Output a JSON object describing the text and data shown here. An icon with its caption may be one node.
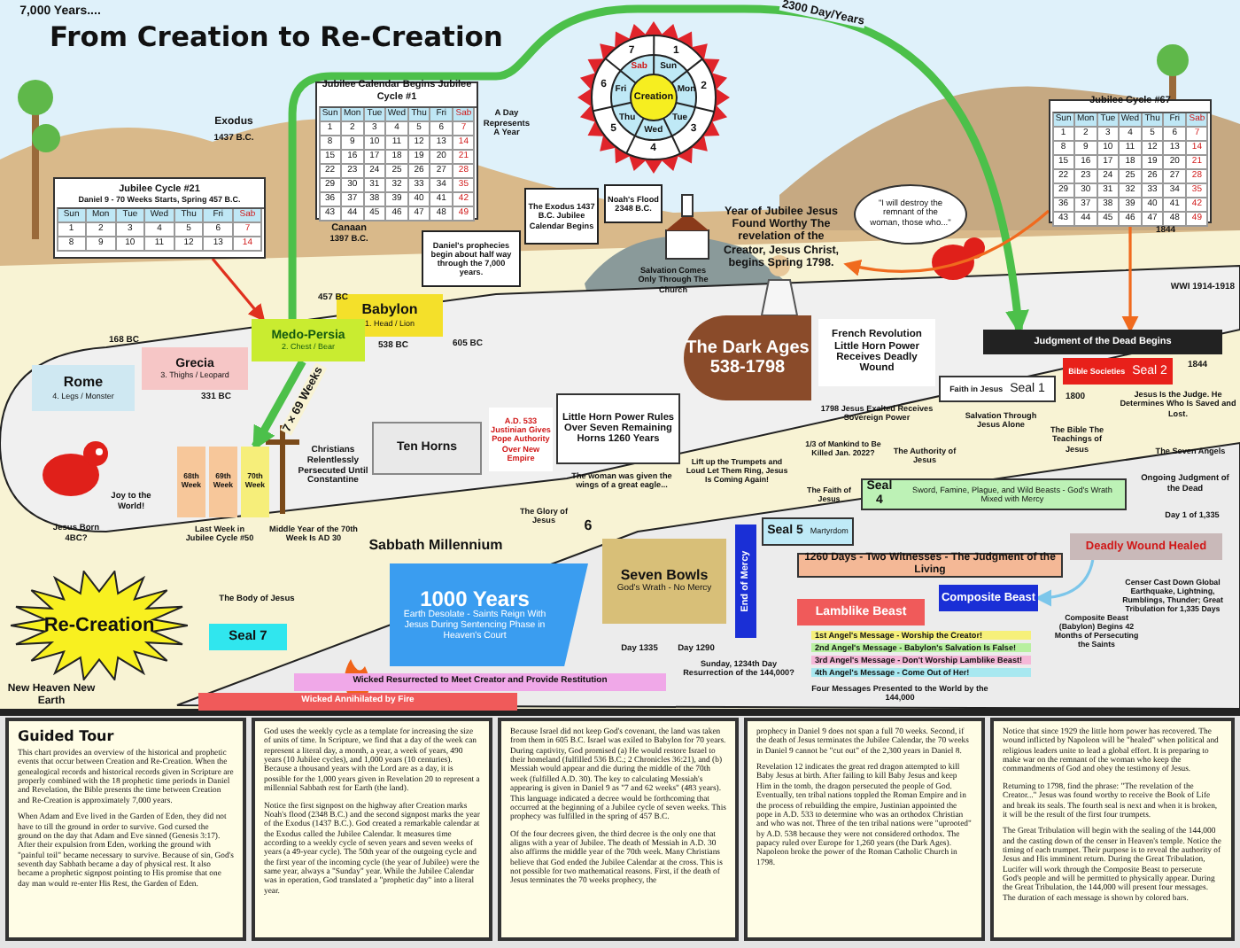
{
  "diagram": {
    "title": "From Creation to Re-Creation",
    "nodes": [
      {
        "text": [
          "Jubilee Calendar Begins Jubilee Cycle #1"
        ]
      },
      {
        "text": [
          "Jubilee Cycle #21",
          "Daniel 9 - 70 Weeks Starts, Spring 457 B.C."
        ]
      },
      {
        "text": [
          "Creation"
        ]
      },
      {
        "text": [
          "Jubilee Cycle #67"
        ]
      },
      {
        "text": [
          "The Exodus 1437 B.C. Jubilee Calendar Begins"
        ]
      },
      {
        "text": [
          "Noah's Flood 2348 B.C."
        ]
      },
      {
        "text": [
          "Daniel's prophecies begin about half way through the 7,000 years."
        ]
      },
      {
        "text": [
          "Year of Jubilee Jesus Found Worthy The revelation of the Creator, Jesus Christ, begins Spring 1798."
        ]
      },
      {
        "text": [
          "\"I will destroy the remnant of the woman, those who...\""
        ]
      },
      {
        "text": [
          "Babylon",
          "1. Head / Lion"
        ]
      },
      {
        "text": [
          "Medo-Persia",
          "2. Chest / Bear"
        ]
      },
      {
        "text": [
          "Grecia",
          "3. Thighs / Leopard"
        ]
      },
      {
        "text": [
          "Rome",
          "4. Legs / Monster"
        ]
      },
      {
        "text": [
          "68th Week"
        ]
      },
      {
        "text": [
          "69th Week"
        ]
      },
      {
        "text": [
          "70th Week"
        ]
      },
      {
        "text": [
          "Ten Horns"
        ]
      },
      {
        "text": [
          "A.D. 533 Justinian Gives Pope Authority Over New Empire"
        ]
      },
      {
        "text": [
          "Little Horn Power Rules Over Seven Remaining Horns 1260 Years"
        ]
      },
      {
        "text": [
          "The Dark Ages 538-1798"
        ]
      },
      {
        "text": [
          "French Revolution Little Horn Power Receives Deadly Wound"
        ]
      },
      {
        "text": [
          "Faith in Jesus",
          "Seal 1"
        ]
      },
      {
        "text": [
          "Bible Societies",
          "Seal 2"
        ]
      },
      {
        "text": [
          "Judgment of the Dead Begins"
        ]
      },
      {
        "text": [
          "Seal 5",
          "Martyrdom"
        ]
      },
      {
        "text": [
          "Seal 4",
          "Sword, Famine, Plague, and Wild Beasts - God's Wrath Mixed with Mercy"
        ]
      },
      {
        "text": [
          "1260 Days - Two Witnesses - The Judgment of the Living"
        ]
      },
      {
        "text": [
          "Composite Beast"
        ]
      },
      {
        "text": [
          "Lamblike Beast"
        ]
      },
      {
        "text": [
          "Deadly Wound Healed"
        ]
      },
      {
        "text": [
          "End of Mercy"
        ]
      },
      {
        "text": [
          "Seven Bowls",
          "God's Wrath - No Mercy"
        ]
      },
      {
        "text": [
          "1000 Years",
          "Earth Desolate - Saints Reign With Jesus During Sentencing Phase in Heaven's Court"
        ]
      },
      {
        "text": [
          "Seal 7"
        ]
      },
      {
        "text": [
          "Wicked Resurrected to Meet Creator and Provide Restitution"
        ]
      },
      {
        "text": [
          "Wicked Annihilated by Fire"
        ]
      },
      {
        "text": [
          "Re-Creation"
        ]
      },
      {
        "text": [
          "Guided Tour",
          "This chart provides an overview of the historical and prophetic events that occur between Creation and Re-Creation. When the genealogical records and historical records given in Scripture are properly combined with the 18 prophetic time periods in Daniel and Revelation, the Bible presents the time between Creation and Re-Creation is approximately 7,000 years.",
          "When Adam and Eve lived in the Garden of Eden, they did not have to till the ground in order to survive. God cursed the ground on the day that Adam and Eve sinned (Genesis 3:17). After their expulsion from Eden, working the ground with \"painful toil\" became necessary to survive. Because of sin, God's seventh day Sabbath became a day of physical rest. It also became a prophetic signpost pointing to His promise that one day man would re-enter His Rest, the Garden of Eden."
        ]
      },
      {
        "text": [
          "God uses the weekly cycle as a template for increasing the size of units of time. In Scripture, we find that a day of the week can represent a literal day, a month, a year, a week of years, 490 years (10 Jubilee cycles), and 1,000 years (10 centuries). Because a thousand years with the Lord are as a day, it is possible for the 1,000 years given in Revelation 20 to represent a millennial Sabbath rest for Earth (the land).",
          "Notice the first signpost on the highway after Creation marks Noah's flood (2348 B.C.) and the second signpost marks the year of the Exodus (1437 B.C.). God created a remarkable calendar at the Exodus called the Jubilee Calendar. It measures time according to a weekly cycle of seven years and seven weeks of years (a 49-year cycle). The 50th year of the outgoing cycle and the first year of the incoming cycle (the year of Jubilee) were the same year, always a \"Sunday\" year. While the Jubilee Calendar was in operation, God translated a \"prophetic day\" into a literal year."
        ]
      },
      {
        "text": [
          "Because Israel did not keep God's covenant, the land was taken from them in 605 B.C. Israel was exiled to Babylon for 70 years. During captivity, God promised (a) He would restore Israel to their homeland (fulfilled 536 B.C.; 2 Chronicles 36:21), and (b) Messiah would appear and die during the middle of the 70th week (fulfilled A.D. 30). The key to calculating Messiah's appearing is given in Daniel 9 as \"7 and 62 weeks\" (483 years). This language indicated a decree would be forthcoming that occurred at the beginning of a Jubilee cycle of seven weeks. This prophecy was fulfilled in the spring of 457 B.C.",
          "Of the four decrees given, the third decree is the only one that aligns with a year of Jubilee. The death of Messiah in A.D. 30 also affirms the middle year of the 70th week. Many Christians believe that God ended the Jubilee Calendar at the cross. This is not possible for two mathematical reasons. First, if the death of Jesus terminates the 70 weeks prophecy, the"
        ]
      },
      {
        "text": [
          "prophecy in Daniel 9 does not span a full 70 weeks. Second, if the death of Jesus terminates the Jubilee Calendar, the 70 weeks in Daniel 9 cannot be \"cut out\" of the 2,300 years in Daniel 8.",
          "Revelation 12 indicates the great red dragon attempted to kill Baby Jesus at birth. After failing to kill Baby Jesus and keep Him in the tomb, the dragon persecuted the people of God. Eventually, ten tribal nations toppled the Roman Empire and in the process of rebuilding the empire, Justinian appointed the pope in A.D. 533 to determine who was an orthodox Christian and who was not. Three of the ten tribal nations were \"uprooted\" by A.D. 538 because they were not considered orthodox. The papacy ruled over Europe for 1,260 years (the Dark Ages). Napoleon broke the power of the Roman Catholic Church in 1798."
        ]
      },
      {
        "text": [
          "Notice that since 1929 the little horn power has recovered. The wound inflicted by Napoleon will be \"healed\" when political and religious leaders unite to lead a global effort. It is preparing to make war on the remnant of the woman who keep the commandments of God and obey the testimony of Jesus.",
          "Returning to 1798, find the phrase: \"The revelation of the Creator...\" Jesus was found worthy to receive the Book of Life and break its seals. The fourth seal is next and when it is broken, it will be the result of the first four trumpets.",
          "The Great Tribulation will begin with the sealing of the 144,000 and the casting down of the censer in Heaven's temple. Notice the timing of each trumpet. Their purpose is to reveal the authority of Jesus and His imminent return. During the Great Tribulation, Lucifer will work through the Composite Beast to persecute God's people and will be permitted to physically appear. During the Great Tribulation, the 144,000 will present four messages. The duration of each message is shown by colored bars."
        ]
      }
    ],
    "edges": [
      {
        "from": 1,
        "to": 10,
        "arrow": "to",
        "color": "#e0301e"
      },
      {
        "from": 10,
        "to": 23,
        "arrow": "to",
        "label": "2300 Day/Years",
        "style": "thick"
      },
      {
        "from": 10,
        "to": 15,
        "arrow": "to",
        "label": "7 × 69 Weeks",
        "style": "thick"
      },
      {
        "from": 3,
        "to": 7,
        "arrow": "to",
        "color": "#f06a1e"
      },
      {
        "from": 3,
        "to": 23,
        "arrow": "to",
        "color": "#f06a1e"
      },
      {
        "from": 29,
        "to": 27,
        "arrow": "to",
        "color": "#7cc6ea"
      }
    ],
    "labels": [
      "7,000 Years....",
      "Exodus",
      "1437 B.C.",
      "Sun",
      "Mon",
      "Tue",
      "Wed",
      "Thu",
      "Fri",
      "Sab",
      "1",
      "2",
      "3",
      "4",
      "5",
      "6",
      "7",
      "8",
      "9",
      "10",
      "11",
      "12",
      "13",
      "14",
      "15",
      "16",
      "17",
      "18",
      "19",
      "20",
      "21",
      "22",
      "23",
      "24",
      "25",
      "26",
      "27",
      "28",
      "29",
      "30",
      "31",
      "32",
      "33",
      "34",
      "35",
      "36",
      "37",
      "38",
      "39",
      "40",
      "41",
      "42",
      "43",
      "44",
      "45",
      "46",
      "47",
      "48",
      "49",
      "A Day Represents A Year",
      "Canaan",
      "1397 B.C.",
      "Sun",
      "Mon",
      "Tue",
      "Wed",
      "Thu",
      "Fri",
      "Sab",
      "1",
      "2",
      "3",
      "4",
      "5",
      "6",
      "7",
      "8",
      "9",
      "10",
      "11",
      "12",
      "13",
      "14",
      "Sun",
      "Mon",
      "Tue",
      "Wed",
      "Thu",
      "Fri",
      "Sab",
      "1",
      "2",
      "3",
      "4",
      "5",
      "6",
      "7",
      "Sun",
      "Mon",
      "Tue",
      "Wed",
      "Thu",
      "Fri",
      "Sab",
      "1",
      "2",
      "3",
      "4",
      "5",
      "6",
      "7",
      "8",
      "9",
      "10",
      "11",
      "12",
      "13",
      "14",
      "15",
      "16",
      "17",
      "18",
      "19",
      "20",
      "21",
      "22",
      "23",
      "24",
      "25",
      "26",
      "27",
      "28",
      "29",
      "30",
      "31",
      "32",
      "33",
      "34",
      "35",
      "36",
      "37",
      "38",
      "39",
      "40",
      "41",
      "42",
      "43",
      "44",
      "45",
      "46",
      "47",
      "48",
      "49",
      "1844",
      "WWI 1914-1918",
      "Salvation Comes Only Through The Church",
      "457 BC",
      "538 BC",
      "605 BC",
      "331 BC",
      "168 BC",
      "Jesus Born 4BC?",
      "Joy to the World!",
      "Christians Relentlessly Persecuted Until Constantine",
      "Last Week in Jubilee Cycle #50",
      "Middle Year of the 70th Week Is AD 30",
      "The woman was given the wings of a great eagle...",
      "1798 Jesus Exalted Receives Sovereign Power",
      "Salvation Through Jesus Alone",
      "1800",
      "The Bible The Teachings of Jesus",
      "1844",
      "The Seven Angels",
      "Jesus Is the Judge. He Determines Who Is Saved and Lost.",
      "Ongoing Judgment of the Dead",
      "Lift up the Trumpets and Loud Let Them Ring, Jesus Is Coming Again!",
      "1/3 of Mankind to Be Killed Jan. 2022?",
      "The Faith of Jesus",
      "The Authority of Jesus",
      "The Glory of Jesus",
      "6",
      "Sabbath Millennium",
      "The Body of Jesus",
      "New Heaven New Earth",
      "Day 1335",
      "Day 1290",
      "Sunday, 1234th Day Resurrection of the 144,000?",
      "1st Angel's Message - Worship the Creator!",
      "2nd Angel's Message - Babylon's Salvation Is False!",
      "3rd Angel's Message - Don't Worship Lamblike Beast!",
      "4th Angel's Message - Come Out of Her!",
      "Four Messages Presented to the World by the 144,000",
      "Composite Beast (Babylon) Begins 42 Months of Persecuting the Saints",
      "Day 1 of 1,335",
      "Censer Cast Down Global Earthquake, Lightning, Rumblings, Thunder; Great Tribulation for 1,335 Days"
    ]
  }
}
